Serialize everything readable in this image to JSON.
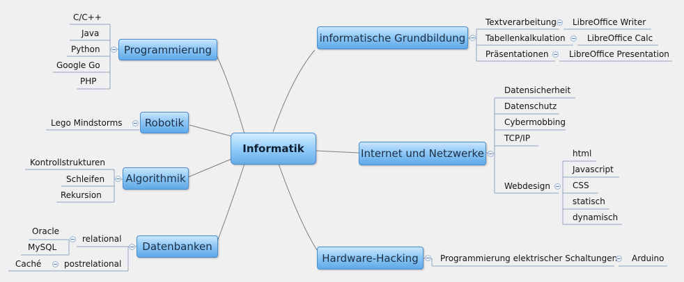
{
  "colors": {
    "background": "#f0f0f0",
    "node_fill": "#8fc8f6",
    "node_border": "#4b8ccf",
    "line": "#8ba5c2",
    "connector": "#7d7d7d"
  },
  "root": {
    "label": "Informatik"
  },
  "branches": {
    "programmierung": {
      "label": "Programmierung",
      "items": [
        "C/C++",
        "Java",
        "Python",
        "Google Go",
        "PHP"
      ]
    },
    "robotik": {
      "label": "Robotik",
      "items": [
        "Lego Mindstorms"
      ]
    },
    "algorithmik": {
      "label": "Algorithmik",
      "items": [
        "Kontrollstrukturen",
        "Schleifen",
        "Rekursion"
      ]
    },
    "datenbanken": {
      "label": "Datenbanken",
      "relational": {
        "label": "relational",
        "items": [
          "Oracle",
          "MySQL"
        ]
      },
      "postrelational": {
        "label": "postrelational",
        "items": [
          "Caché"
        ]
      }
    },
    "grundbildung": {
      "label": "informatische Grundbildung",
      "rows": [
        {
          "label": "Textverarbeitung",
          "app": "LibreOffice Writer"
        },
        {
          "label": "Tabellenkalkulation",
          "app": "LibreOffice Calc"
        },
        {
          "label": "Präsentationen",
          "app": "LibreOffice Presentation"
        }
      ]
    },
    "internet": {
      "label": "Internet und Netzwerke",
      "items": [
        "Datensicherheit",
        "Datenschutz",
        "Cybermobbing",
        "TCP/IP"
      ],
      "webdesign": {
        "label": "Webdesign",
        "items": [
          "html",
          "Javascript",
          "CSS",
          "statisch",
          "dynamisch"
        ]
      }
    },
    "hardware": {
      "label": "Hardware-Hacking",
      "child": {
        "label": "Programmierung elektrischer Schaltungen",
        "item": "Arduino"
      }
    }
  }
}
